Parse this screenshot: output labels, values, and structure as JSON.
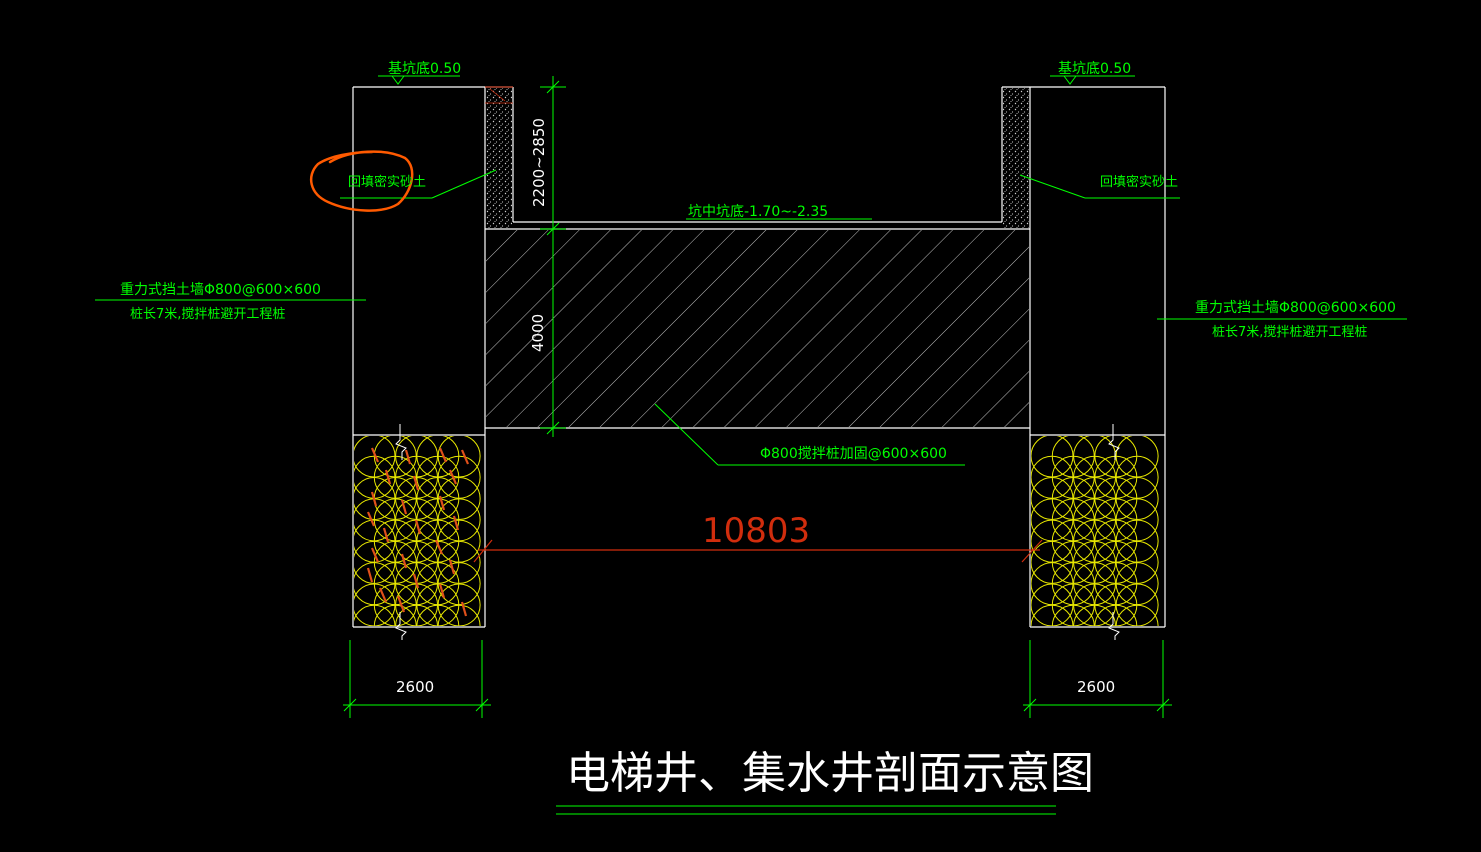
{
  "colors": {
    "background": "#000000",
    "outline": "#ffffff",
    "text": "#00ff00",
    "dimension_red": "#d12d0d",
    "hatch": "#e6e6e6",
    "piles": "#e8e800",
    "pile_marks": "#e0501a",
    "annotation_circle": "#ff5a00"
  },
  "labels": {
    "pit_bottom_left": "基坑底0.50",
    "pit_bottom_right": "基坑底0.50",
    "backfill_left": "回填密实砂土",
    "backfill_right": "回填密实砂土",
    "pit_depth_range": "2200~2850",
    "central_pit_bottom": "坑中坑底-1.70~-2.35",
    "wall_left_line1": "重力式挡土墙Φ800@600×600",
    "wall_left_line2": "桩长7米,搅拌桩避开工程桩",
    "wall_right_line1": "重力式挡土墙Φ800@600×600",
    "wall_right_line2": "桩长7米,搅拌桩避开工程桩",
    "reinforcement_depth": "4000",
    "reinforcement_note": "Φ800搅拌桩加固@600×600",
    "span_dimension": "10803",
    "wall_width_left": "2600",
    "wall_width_right": "2600",
    "title": "电梯井、集水井剖面示意图"
  }
}
